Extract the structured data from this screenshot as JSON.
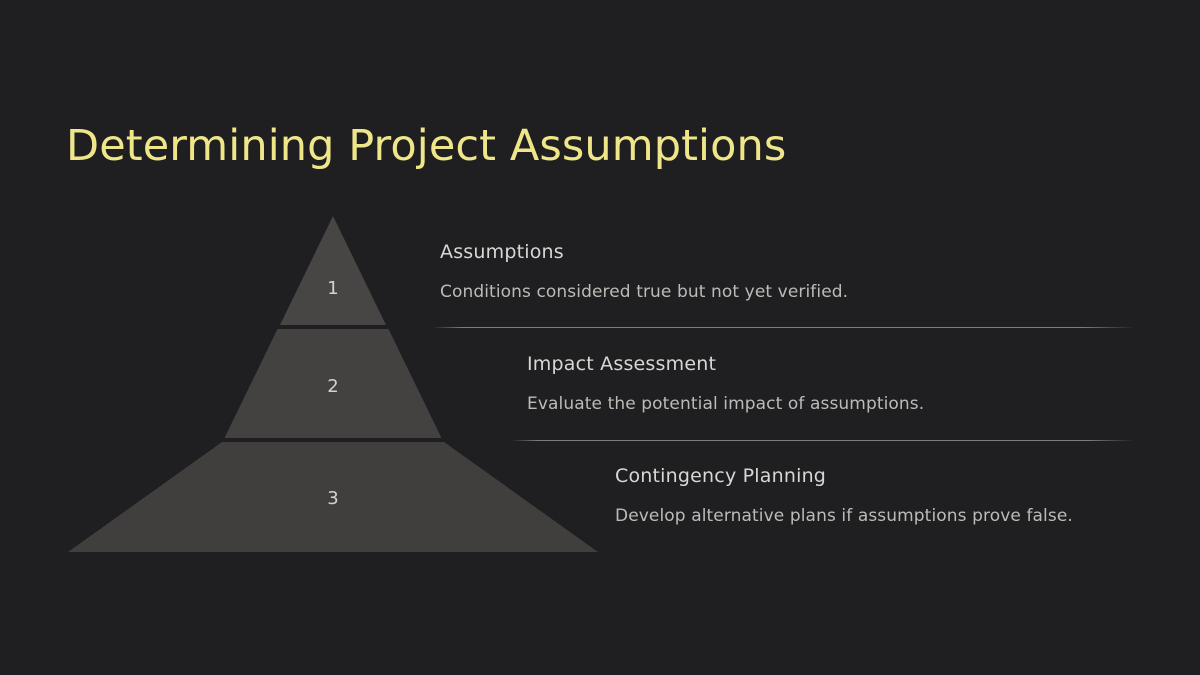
{
  "slide": {
    "title": "Determining Project Assumptions",
    "background_color": "#1f1f21",
    "title_color": "#efe589"
  },
  "pyramid": {
    "name": "three-tier-pyramid",
    "tier_fill_top": "#474645",
    "tier_fill_middle": "#434241",
    "tier_fill_bottom": "#403f3e",
    "tiers": [
      {
        "number": "1",
        "label": "Assumptions"
      },
      {
        "number": "2",
        "label": "Impact Assessment"
      },
      {
        "number": "3",
        "label": "Contingency Planning"
      }
    ]
  },
  "steps": [
    {
      "number": "1",
      "title": "Assumptions",
      "description": "Conditions considered true but not yet verified."
    },
    {
      "number": "2",
      "title": "Impact Assessment",
      "description": "Evaluate the potential impact of assumptions."
    },
    {
      "number": "3",
      "title": "Contingency Planning",
      "description": "Develop alternative plans if assumptions prove false."
    }
  ],
  "dividers": {
    "line_color": "#a0a0a0",
    "count": 2
  }
}
